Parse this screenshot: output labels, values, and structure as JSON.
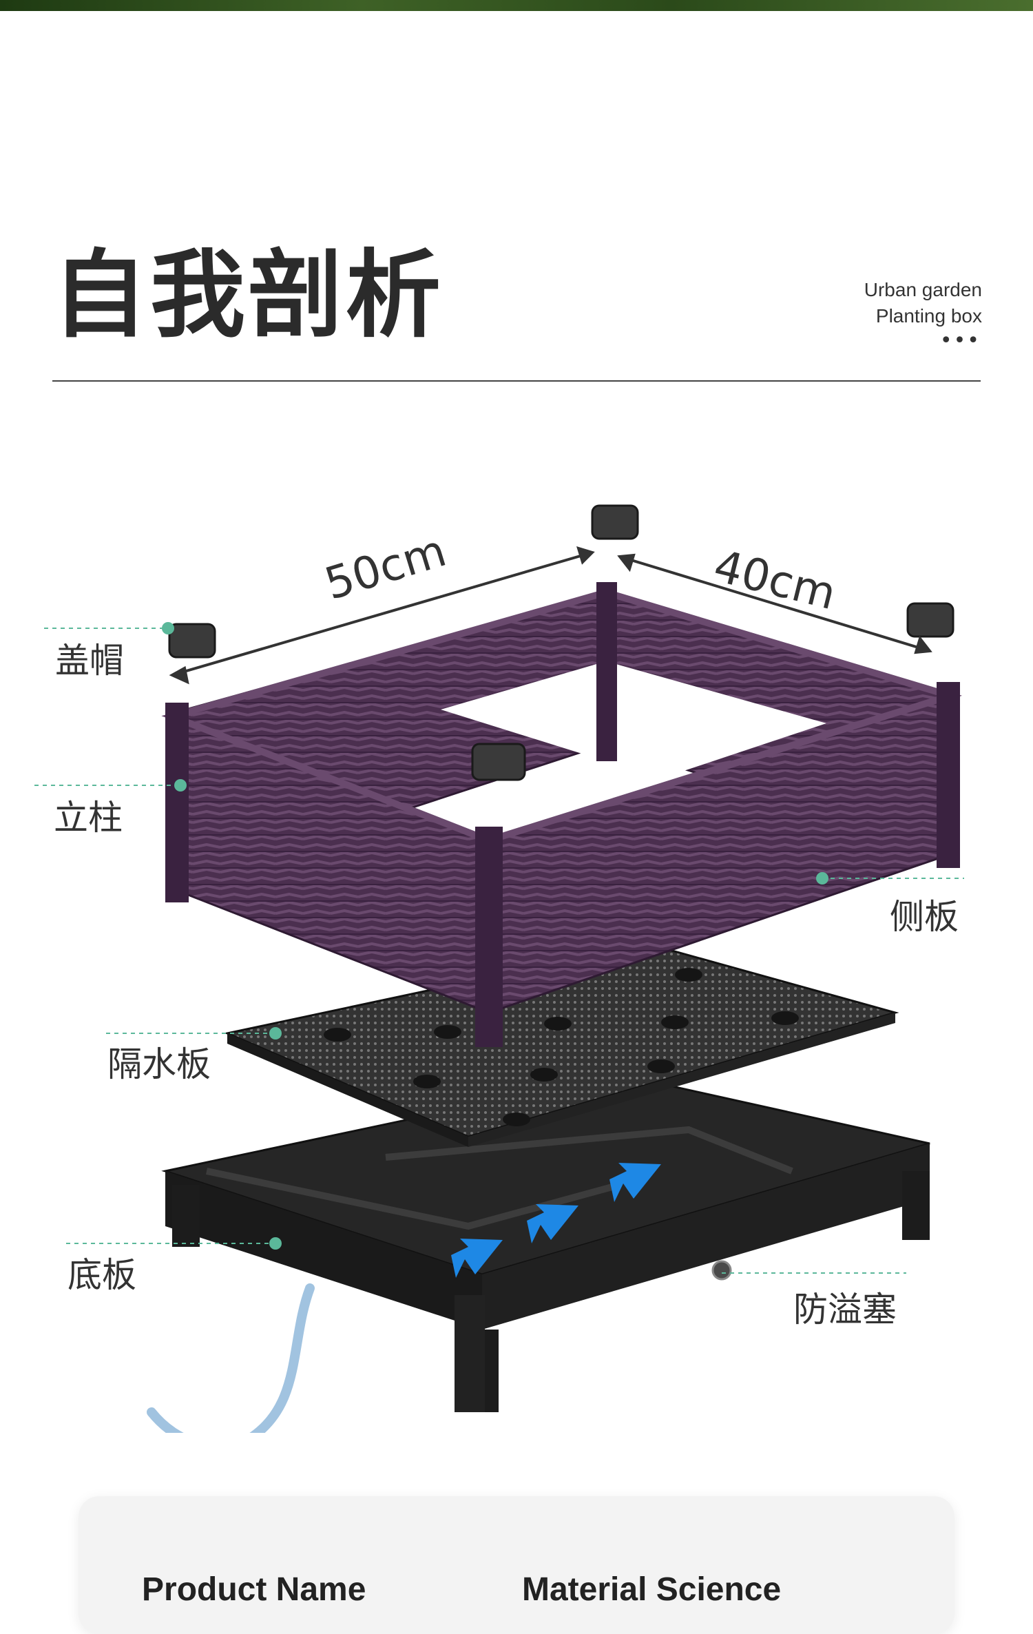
{
  "header": {
    "title": "自我剖析",
    "subtitle_line1": "Urban garden",
    "subtitle_line2": "Planting box",
    "dots": "•••"
  },
  "diagram": {
    "dim_length": "50cm",
    "dim_width": "40cm",
    "labels": {
      "cap": "盖帽",
      "post": "立柱",
      "side_panel": "侧板",
      "water_barrier": "隔水板",
      "base_plate": "底板",
      "overflow_plug": "防溢塞"
    }
  },
  "table": {
    "col1": "Product Name",
    "col2": "Material Science"
  },
  "colors": {
    "planter": "#4b2f4f",
    "tray": "#222222",
    "leader": "#5bb89a",
    "arrow": "#1e88e5"
  }
}
